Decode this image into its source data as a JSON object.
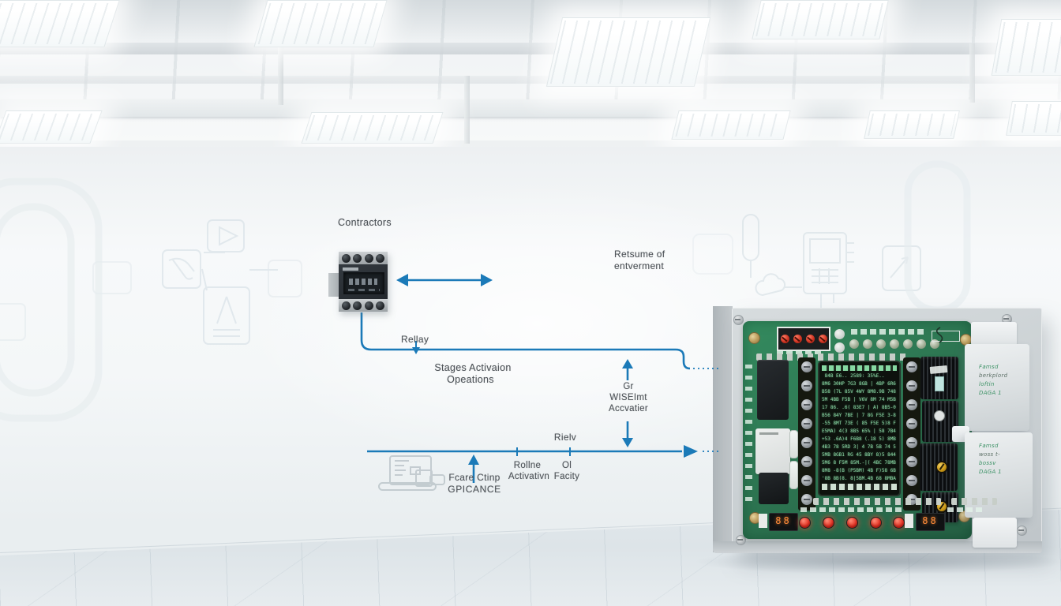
{
  "scene": {
    "description": "bright industrial control room with wiring diagram overlay and control cabinet",
    "colors": {
      "accent_blue": "#1b7ab8",
      "board_green": "#2e7d57",
      "enclosure_gray": "#ccd2d5",
      "led_red": "#e23527",
      "segment_orange": "#ff8c3a",
      "label_gray": "#50555a"
    },
    "icons": {
      "laptop": "laptop-icon",
      "double_arrow": "double-arrow-icon",
      "up_down_arrow": "up-down-arrow-icon",
      "right_arrow": "right-arrow-icon",
      "watermarks": [
        "play-icon",
        "tools-icon",
        "compass-icon",
        "capsule-icon",
        "cloud-icon",
        "chip-icon",
        "arrow-square-icon"
      ]
    }
  },
  "diagram": {
    "contactors_label": "Contractors",
    "relay_label": "Rellay",
    "stages": {
      "line1": "Stages Activaion",
      "line2": "Opeations"
    },
    "resume": {
      "line1": "Retsume of",
      "line2": "entverment"
    },
    "mid": {
      "line1": "Gr",
      "line2": "WISEImt",
      "line3": "Accvatier"
    },
    "riew_label": "Rielv",
    "relline": {
      "line1": "Rollne",
      "line2": "Activativn"
    },
    "facility": {
      "line1": "Ol",
      "line2": "Facity"
    },
    "fcare": {
      "line1": "Fcare Ctinp",
      "line2": "GPICANCE"
    }
  },
  "pcb": {
    "display_rows": [
      " 84B E6.. 2589: 35%E..",
      "8M6 30HP 7G3 8GB | 4BP 6R6",
      "B58 (7L 85V 4WY 8M8.9B 748",
      "5M 4BB F5B | V6V 8M 74 M5B",
      "17 86. .6( 83E7 | A) 8B5-0",
      "B56 84Y 7BE | 7 8G F5E 3-8",
      "-55 8MT 73E ( 85 F5E 5)8 F",
      "E5MA) 4(3 8B5 65% | 58 7B4",
      "+53 .6A)4 F6B8 (.18 5) 8MB",
      "4B3 78 5RD 3| 4 7B 5B 74 5",
      "5MB 8GB1 RG 45 8BY 8)5 844",
      "5M6 8 F5M 85M.-|( 4BC 78MB",
      "8M8 -8(B (P5BM) 4B F)58 6B",
      "'8B 8B(8. 8|5BM.4B 68 8MBA"
    ],
    "module_top": [
      "Famsd",
      "berkplord",
      "loftin",
      "DAGA 1"
    ],
    "module_bottom": [
      "Famsd",
      "woss t-",
      "bossv",
      "DAGA 1"
    ],
    "seg_left": "88",
    "seg_right": "88",
    "led_count": 5
  }
}
